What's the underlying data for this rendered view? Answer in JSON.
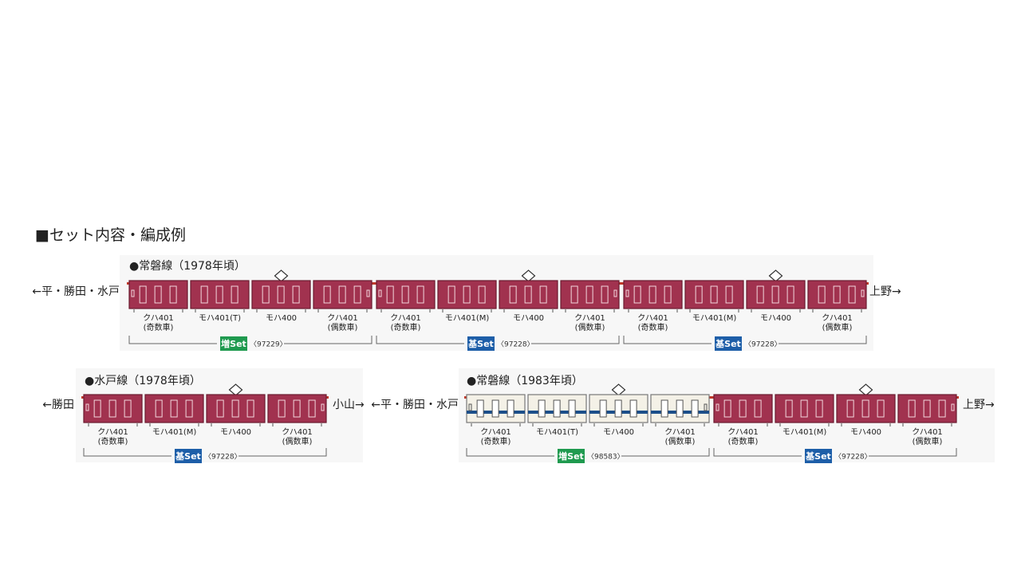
{
  "heading": "■セット内容・編成例",
  "colors": {
    "maroon": "#a1324f",
    "maroon_border": "#6b1b30",
    "cream": "#f4f1e7",
    "blue_stripe": "#1c4f8a",
    "zouset_badge": "#1f9a4f",
    "kiset_badge": "#1d5ea8"
  },
  "formations": [
    {
      "title": "●常磐線（1978年頃）",
      "left_dest": "←平・勝田・水戸",
      "right_dest": "上野→",
      "cars": [
        {
          "type": "クハ401",
          "sub": "(奇数車)",
          "livery": "maroon",
          "pantograph": false
        },
        {
          "type": "モハ401(T)",
          "sub": "",
          "livery": "maroon",
          "pantograph": false
        },
        {
          "type": "モハ400",
          "sub": "",
          "livery": "maroon",
          "pantograph": true
        },
        {
          "type": "クハ401",
          "sub": "(偶数車)",
          "livery": "maroon",
          "pantograph": false
        },
        {
          "type": "クハ401",
          "sub": "(奇数車)",
          "livery": "maroon",
          "pantograph": false
        },
        {
          "type": "モハ401(M)",
          "sub": "",
          "livery": "maroon",
          "pantograph": false
        },
        {
          "type": "モハ400",
          "sub": "",
          "livery": "maroon",
          "pantograph": true
        },
        {
          "type": "クハ401",
          "sub": "(偶数車)",
          "livery": "maroon",
          "pantograph": false
        },
        {
          "type": "クハ401",
          "sub": "(奇数車)",
          "livery": "maroon",
          "pantograph": false
        },
        {
          "type": "モハ401(M)",
          "sub": "",
          "livery": "maroon",
          "pantograph": false
        },
        {
          "type": "モハ400",
          "sub": "",
          "livery": "maroon",
          "pantograph": true
        },
        {
          "type": "クハ401",
          "sub": "(偶数車)",
          "livery": "maroon",
          "pantograph": false
        }
      ],
      "sets": [
        {
          "badge": "増Set",
          "kind": "zou",
          "number": "〈97229〉",
          "span": [
            0,
            3
          ]
        },
        {
          "badge": "基Set",
          "kind": "ki",
          "number": "〈97228〉",
          "span": [
            4,
            7
          ]
        },
        {
          "badge": "基Set",
          "kind": "ki",
          "number": "〈97228〉",
          "span": [
            8,
            11
          ]
        }
      ]
    },
    {
      "title": "●水戸線（1978年頃）",
      "left_dest": "←勝田",
      "right_dest": "小山→",
      "cars": [
        {
          "type": "クハ401",
          "sub": "(奇数車)",
          "livery": "maroon",
          "pantograph": false
        },
        {
          "type": "モハ401(M)",
          "sub": "",
          "livery": "maroon",
          "pantograph": false
        },
        {
          "type": "モハ400",
          "sub": "",
          "livery": "maroon",
          "pantograph": true
        },
        {
          "type": "クハ401",
          "sub": "(偶数車)",
          "livery": "maroon",
          "pantograph": false
        }
      ],
      "sets": [
        {
          "badge": "基Set",
          "kind": "ki",
          "number": "〈97228〉",
          "span": [
            0,
            3
          ]
        }
      ]
    },
    {
      "title": "●常磐線（1983年頃）",
      "left_dest": "←平・勝田・水戸",
      "right_dest": "上野→",
      "cars": [
        {
          "type": "クハ401",
          "sub": "(奇数車)",
          "livery": "cream",
          "pantograph": false
        },
        {
          "type": "モハ401(T)",
          "sub": "",
          "livery": "cream",
          "pantograph": false
        },
        {
          "type": "モハ400",
          "sub": "",
          "livery": "cream",
          "pantograph": true
        },
        {
          "type": "クハ401",
          "sub": "(偶数車)",
          "livery": "cream",
          "pantograph": false
        },
        {
          "type": "クハ401",
          "sub": "(奇数車)",
          "livery": "maroon",
          "pantograph": false
        },
        {
          "type": "モハ401(M)",
          "sub": "",
          "livery": "maroon",
          "pantograph": false
        },
        {
          "type": "モハ400",
          "sub": "",
          "livery": "maroon",
          "pantograph": true
        },
        {
          "type": "クハ401",
          "sub": "(偶数車)",
          "livery": "maroon",
          "pantograph": false
        }
      ],
      "sets": [
        {
          "badge": "増Set",
          "kind": "zou",
          "number": "〈98583〉",
          "span": [
            0,
            3
          ]
        },
        {
          "badge": "基Set",
          "kind": "ki",
          "number": "〈97228〉",
          "span": [
            4,
            7
          ]
        }
      ]
    }
  ]
}
